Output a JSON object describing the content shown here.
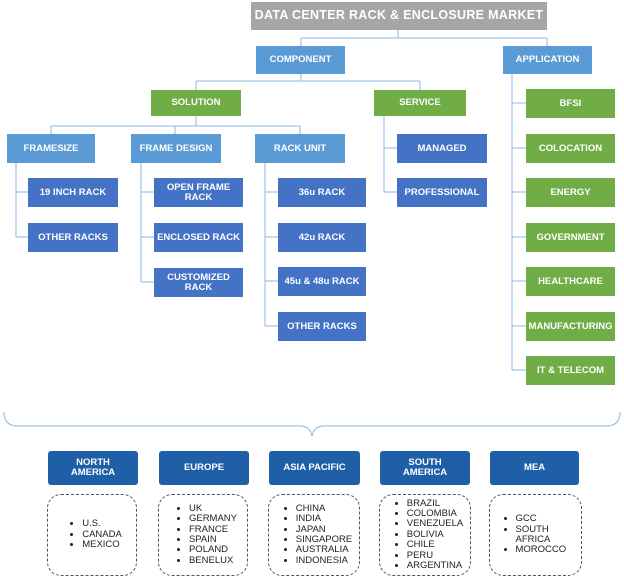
{
  "title": "DATA CENTER RACK & ENCLOSURE MARKET",
  "component": "COMPONENT",
  "application": "APPLICATION",
  "solution": "SOLUTION",
  "service": "SERVICE",
  "frame_size": {
    "label": "FRAMESIZE",
    "items": [
      "19 INCH RACK",
      "OTHER RACKS"
    ]
  },
  "frame_design": {
    "label": "FRAME DESIGN",
    "items": [
      "OPEN FRAME RACK",
      "ENCLOSED RACK",
      "CUSTOMIZED RACK"
    ]
  },
  "rack_unit": {
    "label": "RACK UNIT",
    "items": [
      "36u RACK",
      "42u RACK",
      "45u & 48u RACK",
      "OTHER RACKS"
    ]
  },
  "service_items": [
    "MANAGED",
    "PROFESSIONAL"
  ],
  "applications": [
    "BFSI",
    "COLOCATION",
    "ENERGY",
    "GOVERNMENT",
    "HEALTHCARE",
    "MANUFACTURING",
    "IT & TELECOM"
  ],
  "regions": [
    {
      "name": "NORTH AMERICA",
      "countries": [
        "U.S.",
        "CANADA",
        "MEXICO"
      ]
    },
    {
      "name": "EUROPE",
      "countries": [
        "UK",
        "GERMANY",
        "FRANCE",
        "SPAIN",
        "POLAND",
        "BENELUX"
      ]
    },
    {
      "name": "ASIA PACIFIC",
      "countries": [
        "CHINA",
        "INDIA",
        "JAPAN",
        "SINGAPORE",
        "AUSTRALIA",
        "INDONESIA"
      ]
    },
    {
      "name": "SOUTH AMERICA",
      "countries": [
        "BRAZIL",
        "COLOMBIA",
        "VENEZUELA",
        "BOLIVIA",
        "CHILE",
        "PERU",
        "ARGENTINA"
      ]
    },
    {
      "name": "MEA",
      "countries": [
        "GCC",
        "SOUTH AFRICA",
        "MOROCCO"
      ]
    }
  ],
  "colors": {
    "title": "#a6a6a6",
    "light_blue": "#5b9bd5",
    "green": "#70ad47",
    "dark_blue": "#4472c4",
    "region": "#1f5fa8"
  }
}
